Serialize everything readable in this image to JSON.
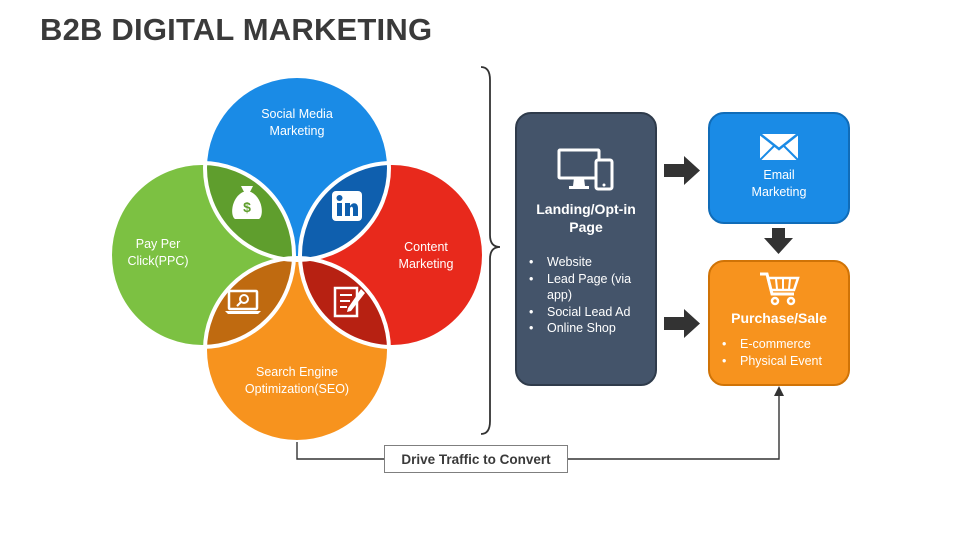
{
  "title": "B2B DIGITAL MARKETING",
  "venn": {
    "social": {
      "line1": "Social Media",
      "line2": "Marketing",
      "color": "#1a8be6"
    },
    "content": {
      "line1": "Content",
      "line2": "Marketing",
      "color": "#e8291c"
    },
    "seo": {
      "line1": "Search Engine",
      "line2": "Optimization(SEO)",
      "color": "#f7931e"
    },
    "ppc": {
      "line1": "Pay Per",
      "line2": "Click(PPC)",
      "color": "#7cc142"
    }
  },
  "landing": {
    "title_line1": "Landing/Opt-in",
    "title_line2": "Page",
    "items": [
      "Website",
      "Lead Page (via",
      "app)",
      "Social Lead Ad",
      "Online Shop"
    ],
    "color": "#44546a"
  },
  "email": {
    "line1": "Email",
    "line2": "Marketing",
    "color": "#1a8be6"
  },
  "purchase": {
    "title": "Purchase/Sale",
    "items": [
      "E-commerce",
      "Physical Event"
    ],
    "color": "#f7931e"
  },
  "cta": "Drive Traffic to Convert",
  "icons": [
    "money-bag-icon",
    "linkedin-icon",
    "laptop-search-icon",
    "document-pen-icon",
    "devices-icon",
    "envelope-icon",
    "cart-icon"
  ]
}
